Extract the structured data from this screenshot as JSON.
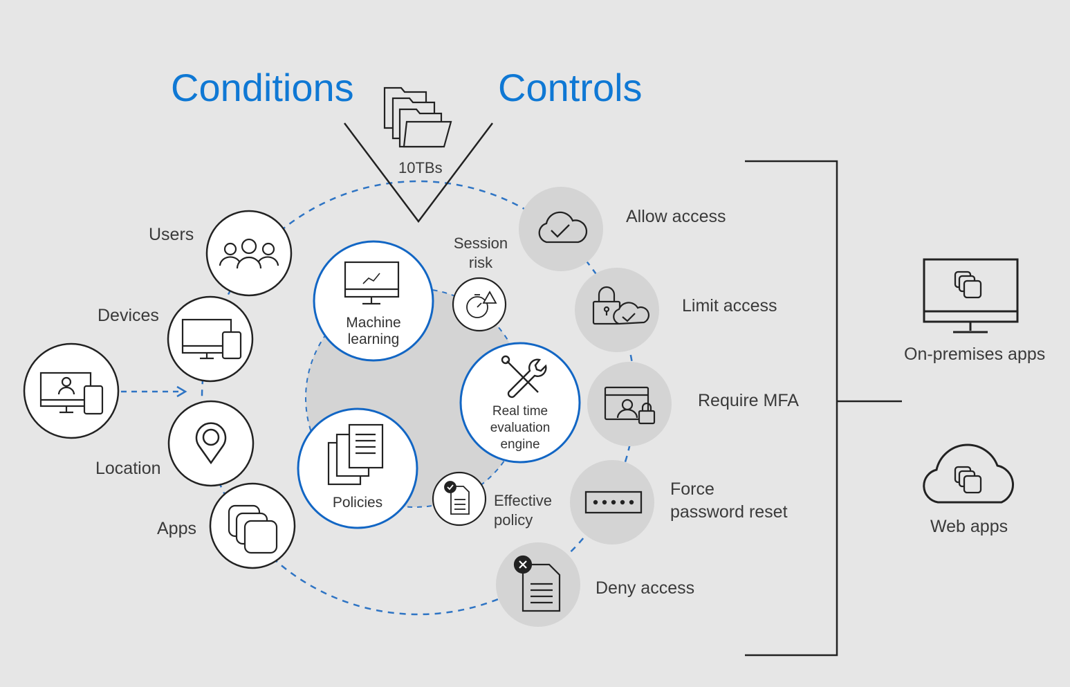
{
  "headers": {
    "conditions": "Conditions",
    "controls": "Controls",
    "data_volume": "10TBs"
  },
  "conditions": {
    "users": "Users",
    "devices": "Devices",
    "location": "Location",
    "apps": "Apps"
  },
  "engine": {
    "machine_learning_line1": "Machine",
    "machine_learning_line2": "learning",
    "policies": "Policies",
    "realtime_line1": "Real time",
    "realtime_line2": "evaluation",
    "realtime_line3": "engine",
    "session_risk_line1": "Session",
    "session_risk_line2": "risk",
    "effective_policy_line1": "Effective",
    "effective_policy_line2": "policy"
  },
  "controls": {
    "allow": "Allow access",
    "limit": "Limit access",
    "mfa": "Require MFA",
    "reset_line1": "Force",
    "reset_line2": "password reset",
    "deny": "Deny access"
  },
  "targets": {
    "onprem": "On-premises apps",
    "web": "Web apps"
  },
  "colors": {
    "accent": "#0f78d4",
    "ink": "#1a1a1a",
    "grey_circle": "#d4d4d4",
    "background": "#e6e6e6"
  }
}
